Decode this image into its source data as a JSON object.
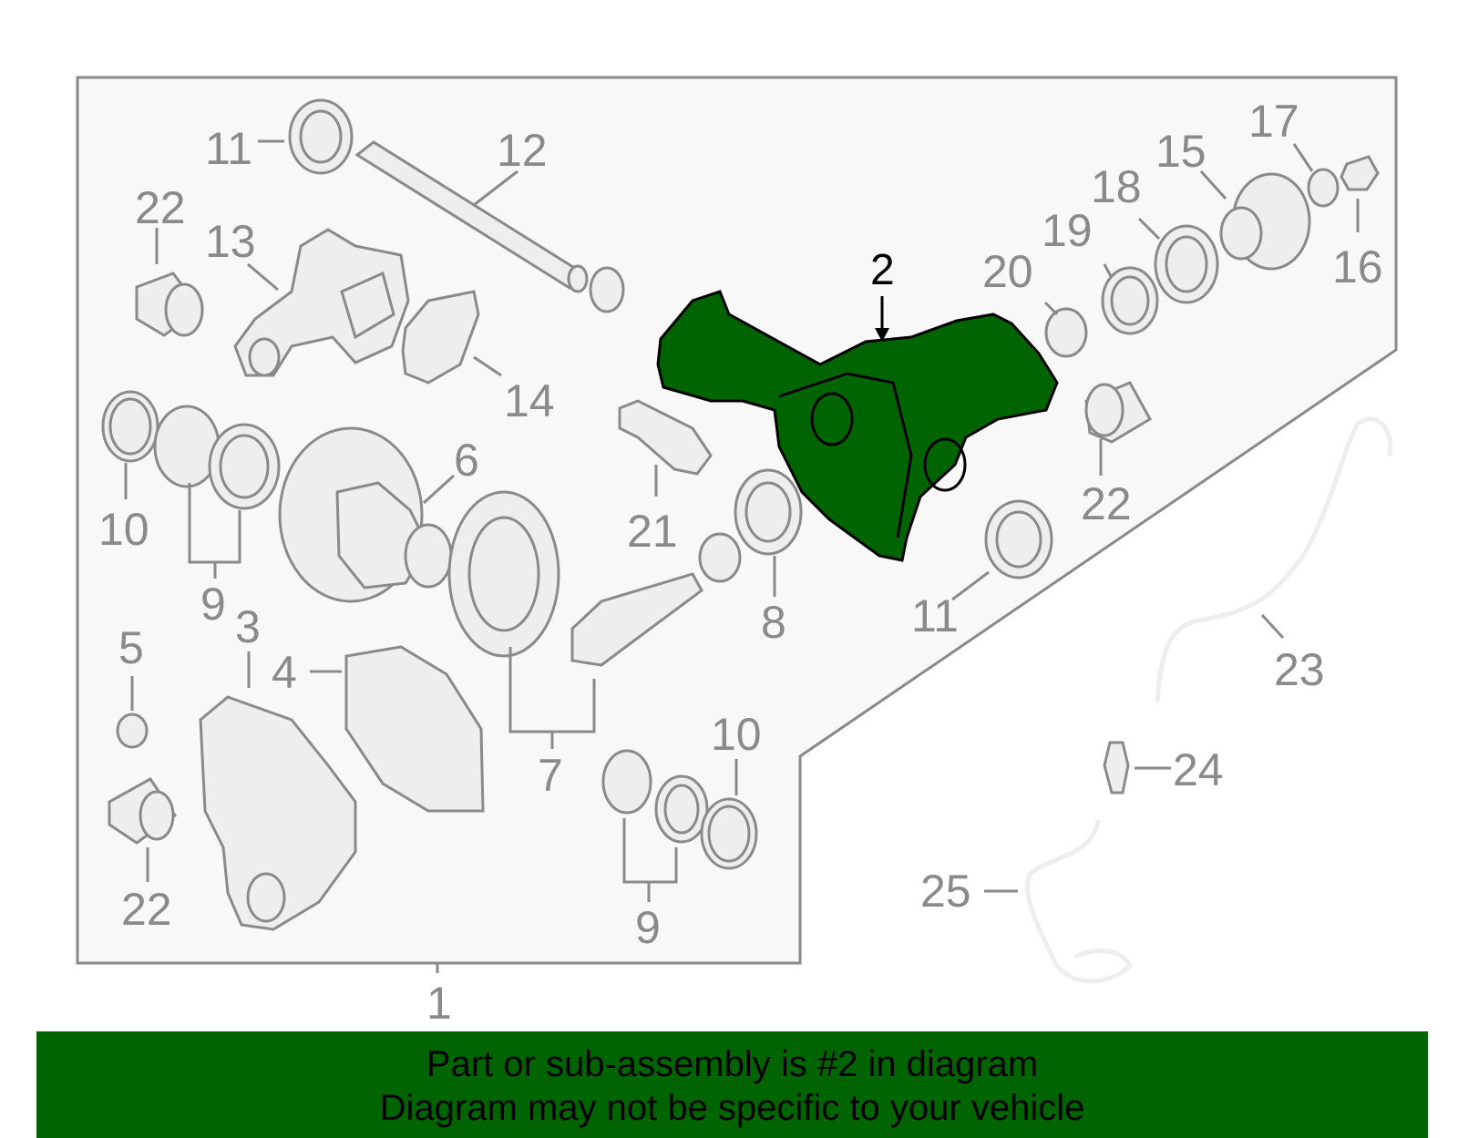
{
  "banner": {
    "line1": "Part or sub-assembly is #2 in diagram",
    "line2": "Diagram may not be specific to your vehicle"
  },
  "highlight_color": "#006400",
  "callouts": [
    {
      "id": "c1",
      "text": "1"
    },
    {
      "id": "c2",
      "text": "2"
    },
    {
      "id": "c3",
      "text": "3"
    },
    {
      "id": "c4",
      "text": "4"
    },
    {
      "id": "c5",
      "text": "5"
    },
    {
      "id": "c6",
      "text": "6"
    },
    {
      "id": "c7",
      "text": "7"
    },
    {
      "id": "c8",
      "text": "8"
    },
    {
      "id": "c9a",
      "text": "9"
    },
    {
      "id": "c9b",
      "text": "9"
    },
    {
      "id": "c10a",
      "text": "10"
    },
    {
      "id": "c10b",
      "text": "10"
    },
    {
      "id": "c11a",
      "text": "11"
    },
    {
      "id": "c11b",
      "text": "11"
    },
    {
      "id": "c12",
      "text": "12"
    },
    {
      "id": "c13",
      "text": "13"
    },
    {
      "id": "c14",
      "text": "14"
    },
    {
      "id": "c15",
      "text": "15"
    },
    {
      "id": "c16",
      "text": "16"
    },
    {
      "id": "c17",
      "text": "17"
    },
    {
      "id": "c18",
      "text": "18"
    },
    {
      "id": "c19",
      "text": "19"
    },
    {
      "id": "c20",
      "text": "20"
    },
    {
      "id": "c21",
      "text": "21"
    },
    {
      "id": "c22a",
      "text": "22"
    },
    {
      "id": "c22b",
      "text": "22"
    },
    {
      "id": "c22c",
      "text": "22"
    },
    {
      "id": "c23",
      "text": "23"
    },
    {
      "id": "c24",
      "text": "24"
    },
    {
      "id": "c25",
      "text": "25"
    }
  ]
}
